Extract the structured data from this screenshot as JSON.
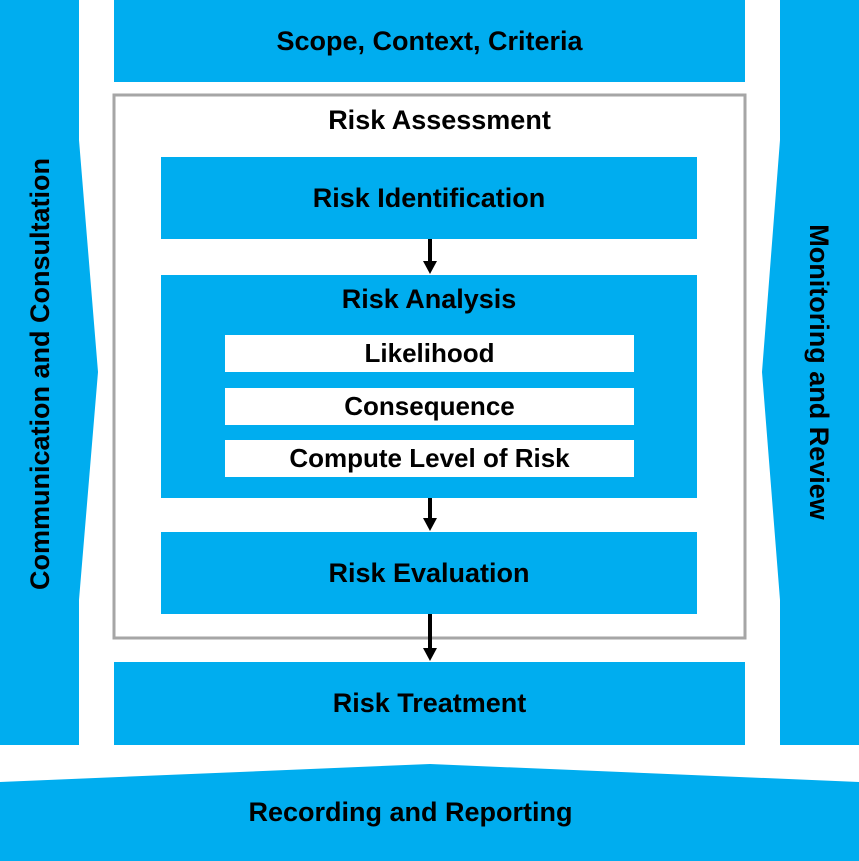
{
  "colors": {
    "process_blue": "#00ADEF",
    "frame_gray": "#A6A6A6",
    "inner_white": "#FFFFFF",
    "text": "#000000"
  },
  "scope": {
    "label": "Scope, Context, Criteria"
  },
  "risk_assessment": {
    "title": "Risk Assessment",
    "identification": "Risk Identification",
    "analysis": {
      "title": "Risk Analysis",
      "steps": [
        "Likelihood",
        "Consequence",
        "Compute Level of Risk"
      ]
    },
    "evaluation": "Risk Evaluation"
  },
  "treatment": {
    "label": "Risk Treatment"
  },
  "communication": {
    "label": "Communication and Consultation"
  },
  "monitoring": {
    "label": "Monitoring and Review"
  },
  "recording": {
    "label": "Recording and Reporting"
  }
}
